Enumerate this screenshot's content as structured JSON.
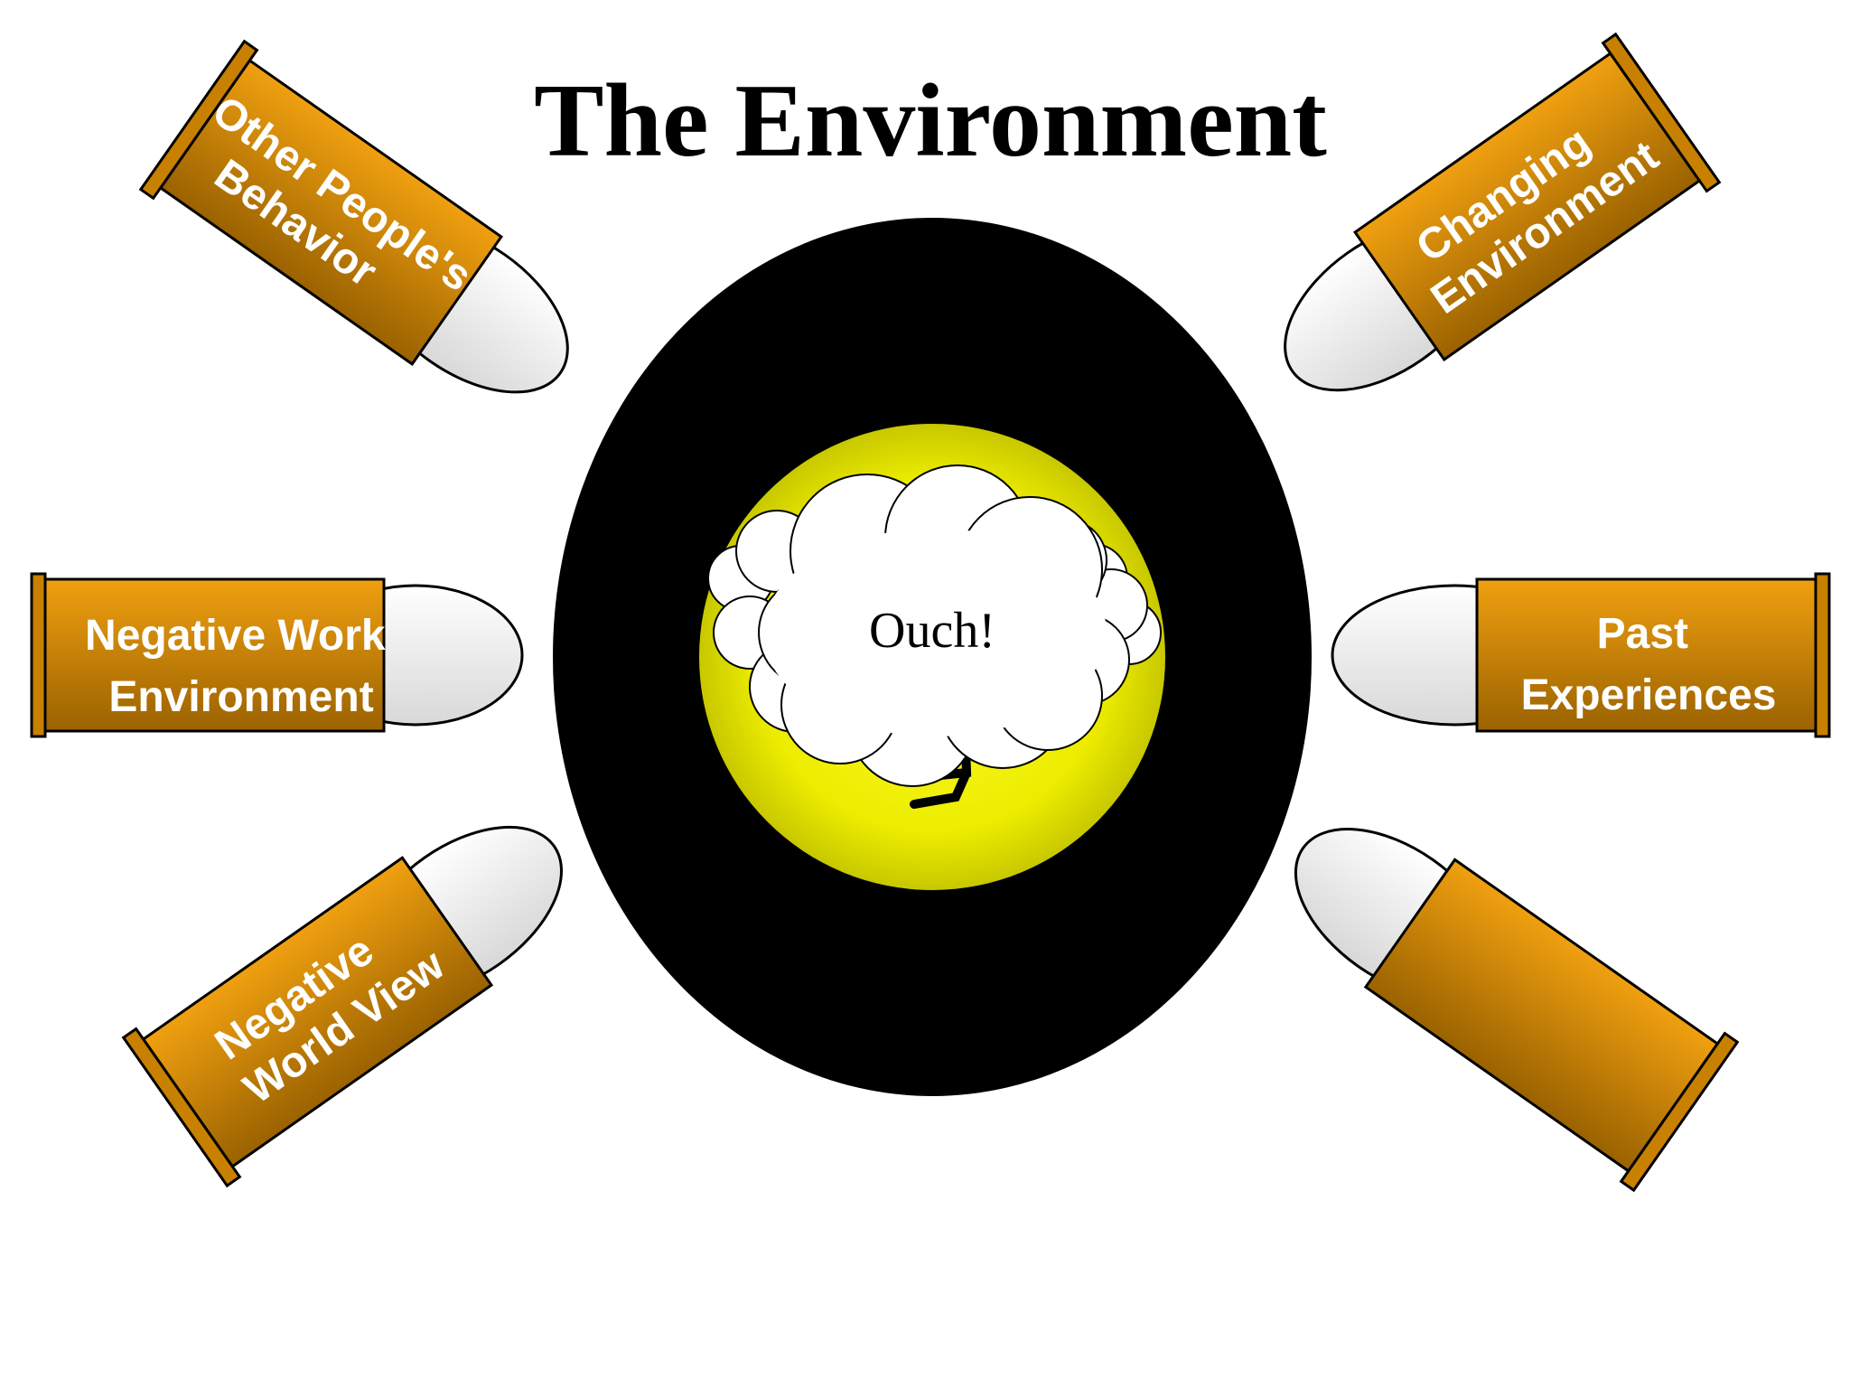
{
  "title": "The Environment",
  "center": {
    "exclamation": "Ouch!"
  },
  "bullets": [
    {
      "id": "top-left",
      "lines": [
        "Other People's",
        "Behavior"
      ]
    },
    {
      "id": "middle-left",
      "lines": [
        "Negative Work",
        "Environment"
      ]
    },
    {
      "id": "bottom-left",
      "lines": [
        "Negative",
        "World View"
      ]
    },
    {
      "id": "top-right",
      "lines": [
        "Changing",
        "Environment"
      ]
    },
    {
      "id": "middle-right",
      "lines": [
        "Past",
        "Experiences"
      ]
    },
    {
      "id": "bottom-right",
      "lines": []
    }
  ],
  "colors": {
    "target_ring": "#000000",
    "target_center": "#f2f200",
    "casing_light": "#f0a010",
    "casing_dark": "#9a6200",
    "bullet_tip": "#eeeeee"
  }
}
